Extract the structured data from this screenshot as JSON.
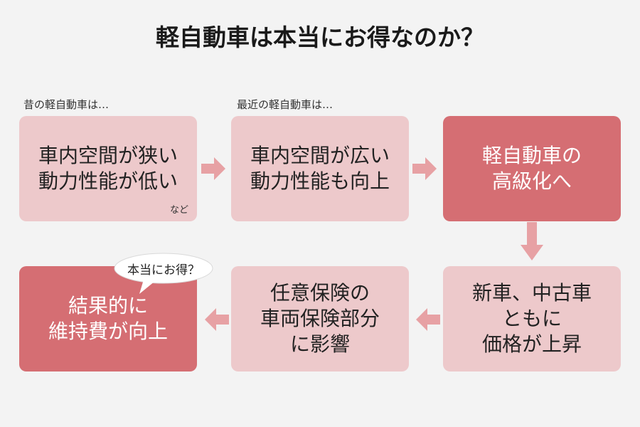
{
  "title": "軽自動車は本当にお得なのか？",
  "captions": {
    "old": "昔の軽自動車は…",
    "recent": "最近の軽自動車は…"
  },
  "boxes": {
    "old_lines": [
      "車内空間が狭い",
      "動力性能が低い"
    ],
    "old_note": "など",
    "recent_lines": [
      "車内空間が広い",
      "動力性能も向上"
    ],
    "luxury_lines": [
      "軽自動車の",
      "高級化へ"
    ],
    "price_lines": [
      "新車、中古車",
      "ともに",
      "価格が上昇"
    ],
    "insurance_lines": [
      "任意保険の",
      "車両保険部分",
      "に影響"
    ],
    "result_lines": [
      "結果的に",
      "維持費が向上"
    ]
  },
  "bubble": {
    "text": "本当にお得？"
  },
  "colors": {
    "light_box": "#edc9cb",
    "dark_box": "#d56e73",
    "arrow": "#e7a1a4",
    "background": "#f3f3f3"
  }
}
